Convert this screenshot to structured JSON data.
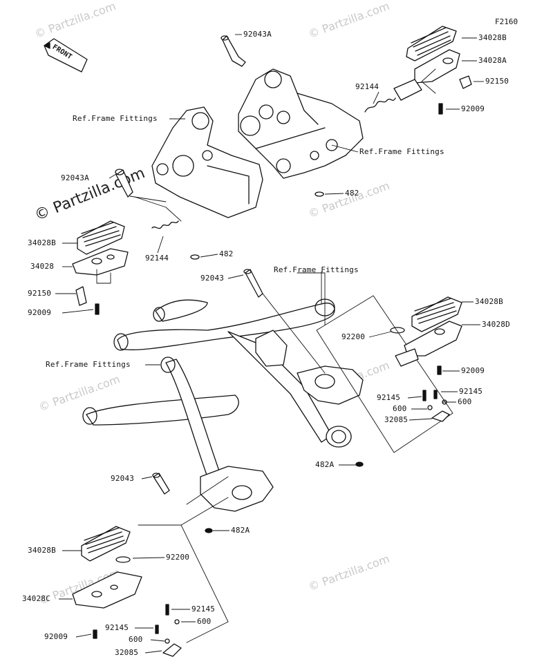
{
  "diagram_code": "F2160",
  "front_label": "FRONT",
  "watermark_text": "© Partzilla.com",
  "labels": {
    "p92043A_top": "92043A",
    "p34028B_r1": "34028B",
    "p34028A": "34028A",
    "p92150_r": "92150",
    "p92009_r1": "92009",
    "p92144_r": "92144",
    "ref_frame_1": "Ref.Frame Fittings",
    "ref_frame_2": "Ref.Frame Fittings",
    "p92043A_l": "92043A",
    "p482_r": "482",
    "p34028B_l1": "34028B",
    "p34028": "34028",
    "p92144_l": "92144",
    "p482_l": "482",
    "p92150_l": "92150",
    "p92009_l1": "92009",
    "p92043_m": "92043",
    "ref_frame_3": "Ref.Frame Fittings",
    "p34028B_r2": "34028B",
    "p92200_r": "92200",
    "p34028D": "34028D",
    "ref_frame_4": "Ref.Frame Fittings",
    "p92009_r2": "92009",
    "p92145_r1": "92145",
    "p92145_r2": "92145",
    "p600_r1": "600",
    "p600_r2": "600",
    "p32085_r": "32085",
    "p482A_r": "482A",
    "p92043_l": "92043",
    "p482A_l": "482A",
    "p34028B_l2": "34028B",
    "p92200_l": "92200",
    "p34028C": "34028C",
    "p92145_l1": "92145",
    "p92145_l2": "92145",
    "p600_l1": "600",
    "p600_l2": "600",
    "p92009_l2": "92009",
    "p32085_l": "32085"
  }
}
